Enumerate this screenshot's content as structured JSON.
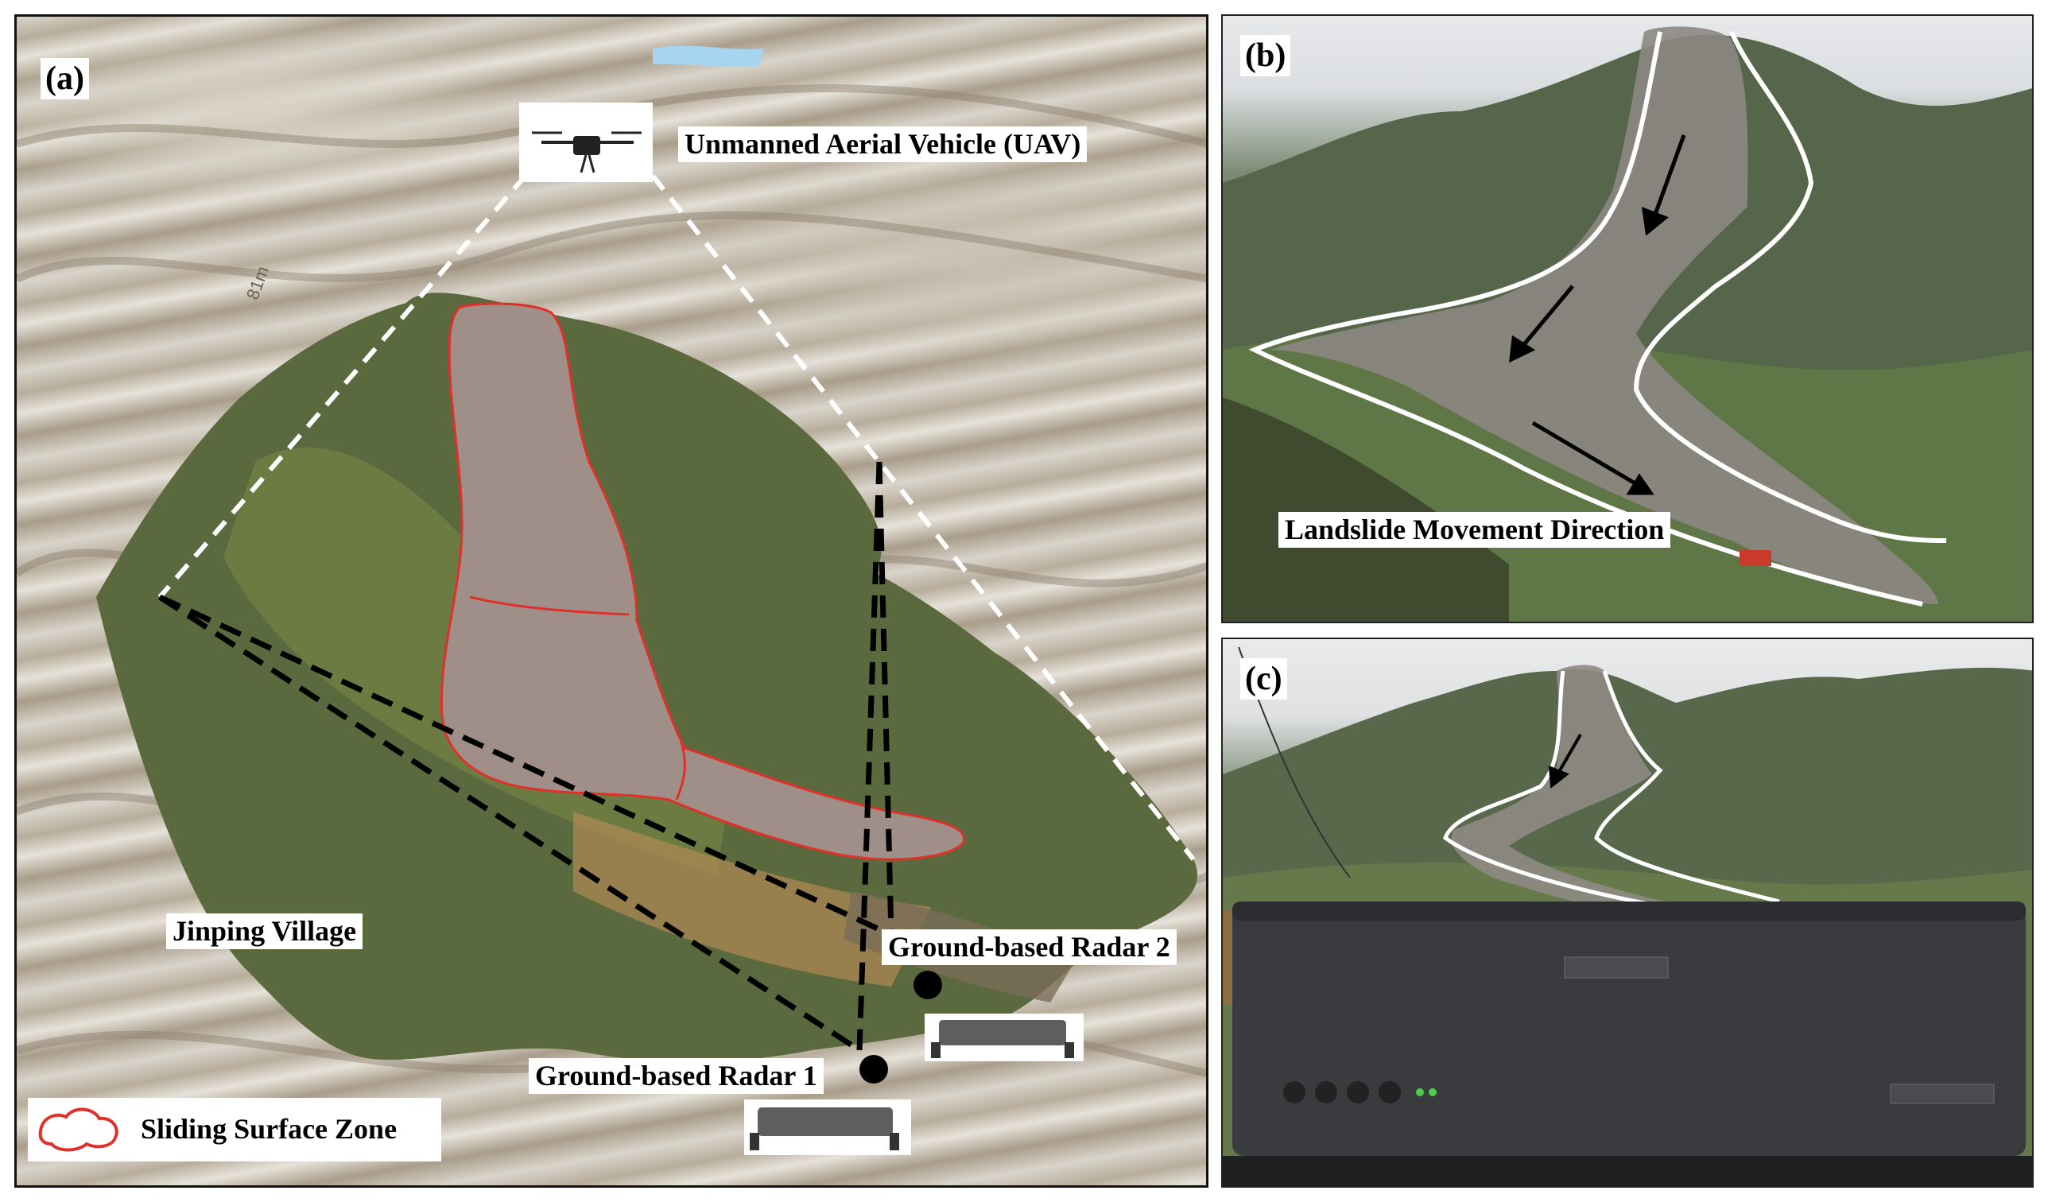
{
  "panel_a": {
    "letter": "(a)",
    "uav_label": "Unmanned Aerial Vehicle (UAV)",
    "village_label": "Jinping Village",
    "radar1_label": "Ground-based Radar 1",
    "radar2_label": "Ground-based Radar 2",
    "legend_label": "Sliding Surface Zone",
    "terrain_text": "81m"
  },
  "panel_b": {
    "letter": "(b)",
    "movement_label": "Landslide Movement Direction"
  },
  "panel_c": {
    "letter": "(c)"
  },
  "colors": {
    "sliding_zone": "#e0302a",
    "outline": "#ffffff",
    "sight_line": "#000000"
  }
}
